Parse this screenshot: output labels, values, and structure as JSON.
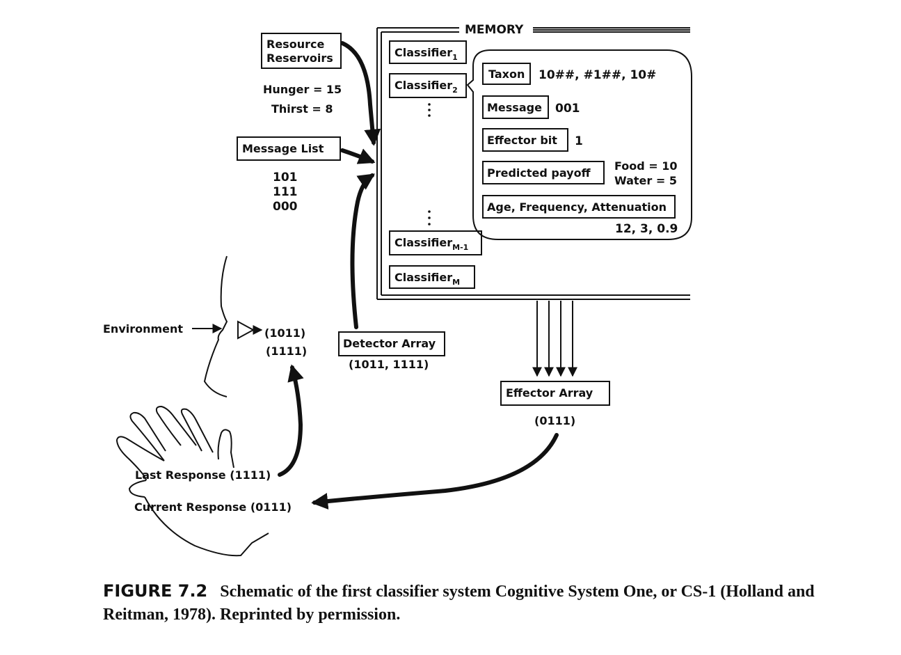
{
  "memory": {
    "title": "MEMORY"
  },
  "classifiers": {
    "c1": {
      "base": "Classifier",
      "sub": "1"
    },
    "c2": {
      "base": "Classifier",
      "sub": "2"
    },
    "cm1": {
      "base": "Classifier",
      "sub": "M-1"
    },
    "cm": {
      "base": "Classifier",
      "sub": "M"
    }
  },
  "detail": {
    "taxon_label": "Taxon",
    "taxon_value": "10##, #1##, 10#",
    "message_label": "Message",
    "message_value": "001",
    "effector_label": "Effector bit",
    "effector_value": "1",
    "payoff_label": "Predicted payoff",
    "payoff_food": "Food = 10",
    "payoff_water": "Water = 5",
    "age_label": "Age, Frequency, Attenuation",
    "age_value": "12, 3, 0.9"
  },
  "resources": {
    "label_line1": "Resource",
    "label_line2": "Reservoirs",
    "hunger": "Hunger = 15",
    "thirst": "Thirst = 8"
  },
  "message_list": {
    "label": "Message List",
    "items": [
      "101",
      "111",
      "000"
    ]
  },
  "environment": {
    "label": "Environment",
    "input_line1": "(1011)",
    "input_line2": "(1111)"
  },
  "detector": {
    "label": "Detector Array",
    "value": "(1011, 1111)"
  },
  "effector": {
    "label": "Effector Array",
    "value": "(0111)"
  },
  "responses": {
    "last": "Last Response (1111)",
    "current": "Current Response (0111)"
  },
  "caption": {
    "figure": "FIGURE 7.2",
    "text": "Schematic of the first classifier system Cognitive System One, or CS-1 (Holland and Reitman, 1978). Reprinted by permission."
  }
}
